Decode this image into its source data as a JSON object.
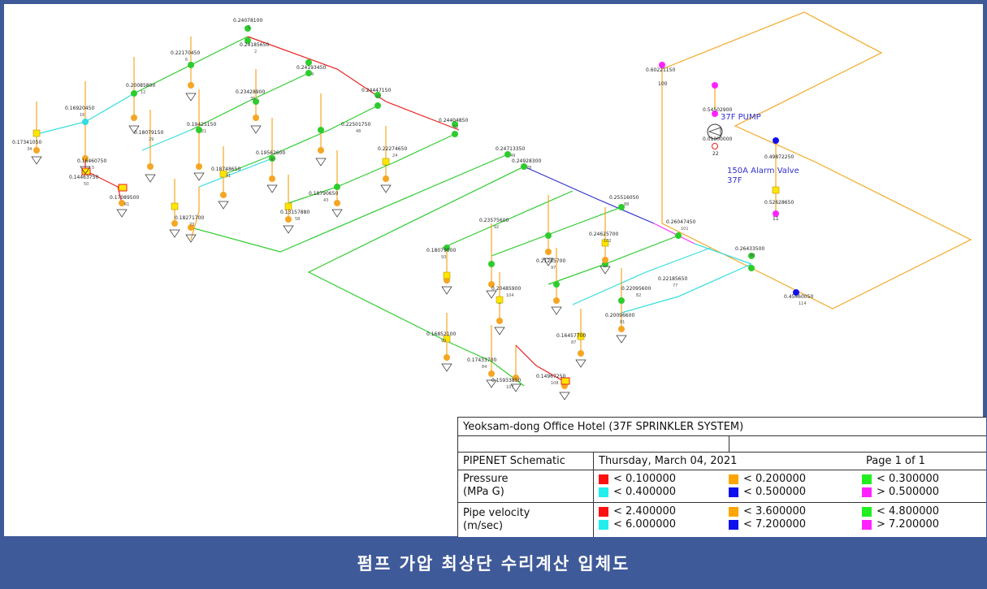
{
  "pump": {
    "label": "37F PUMP",
    "node_id": "22",
    "pressure_top": "0.54502900",
    "pressure_bottom": "0.01000000",
    "suction_node": "0.60221150",
    "suction_node_id": "100"
  },
  "alarm_valve": {
    "label_line1": "150A Alarm Valve",
    "label_line2": "37F",
    "pressure_top": "0.49872250",
    "pressure_bottom": "0.52628650",
    "node_id": "11"
  },
  "nodes": [
    {
      "id": "1",
      "pressure": "0.24078100",
      "color": "green"
    },
    {
      "id": "2",
      "pressure": "0.24185650",
      "color": "green"
    },
    {
      "id": "4",
      "pressure": "0.24193450",
      "color": "green"
    },
    {
      "id": "6",
      "pressure": "0.22170450",
      "color": "orange"
    },
    {
      "id": "12",
      "pressure": "0.20085800",
      "color": "orange"
    },
    {
      "id": "16",
      "pressure": "0.16920450",
      "color": "orange"
    },
    {
      "id": "34",
      "pressure": "0.17341050",
      "color": "yellow"
    },
    {
      "id": "35",
      "pressure": "0.23428900",
      "color": "green"
    },
    {
      "id": "42",
      "pressure": "0.24447150",
      "color": "green"
    },
    {
      "id": "48",
      "pressure": "0.22501750",
      "color": "orange"
    },
    {
      "id": "52",
      "pressure": "0.24404850",
      "color": "green"
    },
    {
      "id": "49",
      "pressure": "0.24713350",
      "color": "green"
    },
    {
      "id": "78",
      "pressure": "0.24928300",
      "color": "green"
    },
    {
      "id": "88",
      "pressure": "0.25516050",
      "color": "green"
    },
    {
      "id": "101",
      "pressure": "0.26047450",
      "color": "green"
    },
    {
      "id": "90",
      "pressure": "0.26433500",
      "color": "green"
    },
    {
      "id": "114",
      "pressure": "0.45460050",
      "color": "blue"
    },
    {
      "id": "102",
      "pressure": "0.24625700",
      "color": "orange"
    },
    {
      "id": "97",
      "pressure": "0.21285700",
      "color": "orange"
    },
    {
      "id": "92",
      "pressure": "0.23575600",
      "color": "orange"
    },
    {
      "id": "93",
      "pressure": "0.18079000",
      "color": "orange"
    },
    {
      "id": "104",
      "pressure": "0.20485900",
      "color": "orange"
    },
    {
      "id": "87",
      "pressure": "0.16457700",
      "color": "orange"
    },
    {
      "id": "99",
      "pressure": "0.16852100",
      "color": "orange"
    },
    {
      "id": "84",
      "pressure": "0.17433700",
      "color": "orange"
    },
    {
      "id": "107",
      "pressure": "0.15933850",
      "color": "orange"
    },
    {
      "id": "108",
      "pressure": "0.14967250",
      "color": "orange"
    },
    {
      "id": "50",
      "pressure": "0.14463750",
      "color": "orange"
    },
    {
      "id": "61",
      "pressure": "0.17089500",
      "color": "orange"
    },
    {
      "id": "73",
      "pressure": "0.18271700",
      "color": "orange"
    },
    {
      "id": "41",
      "pressure": "0.18748650",
      "color": "orange"
    },
    {
      "id": "47",
      "pressure": "0.19562600",
      "color": "orange"
    },
    {
      "id": "43",
      "pressure": "0.18790650",
      "color": "orange"
    },
    {
      "id": "58",
      "pressure": "0.13157880",
      "color": "yellow"
    },
    {
      "id": "24",
      "pressure": "0.22274650",
      "color": "orange"
    },
    {
      "id": "21",
      "pressure": "0.19425150",
      "color": "orange"
    },
    {
      "id": "29",
      "pressure": "0.18079150",
      "color": "orange"
    },
    {
      "id": "5",
      "pressure": "0.16460750",
      "color": "orange"
    },
    {
      "id": "81",
      "pressure": "0.20096600",
      "color": "orange"
    },
    {
      "id": "82",
      "pressure": "0.22095600",
      "color": "orange"
    },
    {
      "id": "77",
      "pressure": "0.22185650",
      "color": "orange"
    }
  ],
  "title_block": {
    "project": "Yeoksam-dong Office Hotel (37F SPRINKLER SYSTEM)",
    "software": "PIPENET Schematic",
    "date": "Thursday, March 04, 2021",
    "page": "Page 1 of 1",
    "pressure_label_1": "Pressure",
    "pressure_label_2": "(MPa G)",
    "velocity_label_1": "Pipe velocity",
    "velocity_label_2": "(m/sec)",
    "pressure_legend": [
      {
        "color": "#ff1010",
        "text": "< 0.100000"
      },
      {
        "color": "#ffa500",
        "text": "< 0.200000"
      },
      {
        "color": "#22ee22",
        "text": "< 0.300000"
      },
      {
        "color": "#22eeee",
        "text": "< 0.400000"
      },
      {
        "color": "#1010ee",
        "text": "< 0.500000"
      },
      {
        "color": "#ff22ff",
        "text": "> 0.500000"
      }
    ],
    "velocity_legend": [
      {
        "color": "#ff1010",
        "text": "< 2.400000"
      },
      {
        "color": "#ffa500",
        "text": "< 3.600000"
      },
      {
        "color": "#22ee22",
        "text": "< 4.800000"
      },
      {
        "color": "#22eeee",
        "text": "< 6.000000"
      },
      {
        "color": "#1010ee",
        "text": "< 7.200000"
      },
      {
        "color": "#ff22ff",
        "text": "> 7.200000"
      }
    ]
  },
  "footer_title": "펌프 가압 최상단 수리계산 입체도",
  "colors": {
    "background_band": "#3f5a99",
    "pipe_orange": "#f5a623",
    "pipe_green": "#2dcc2d",
    "pipe_red": "#e8221e",
    "pipe_blue": "#3333cc",
    "pipe_cyan": "#33dddd",
    "pipe_magenta": "#ff33ff"
  }
}
